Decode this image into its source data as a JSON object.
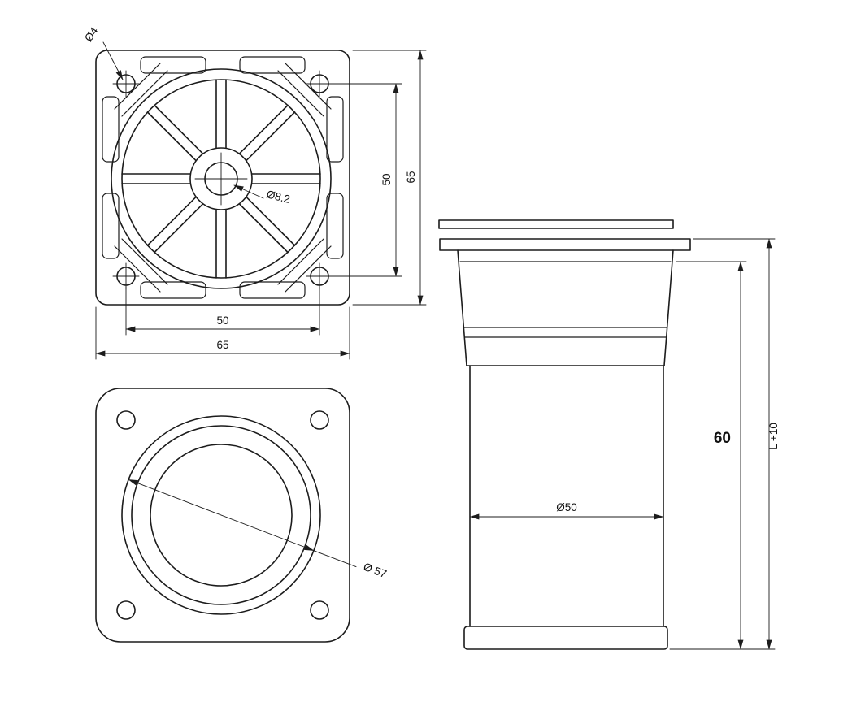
{
  "views": {
    "top_plate": {
      "dimensions": {
        "corner_hole_diameter": "Ø4",
        "hole_spacing_vertical": "50",
        "plate_height": "65",
        "hole_spacing_horizontal": "50",
        "plate_width": "65",
        "center_hole_diameter": "Ø8.2"
      }
    },
    "bottom_plate": {
      "dimensions": {
        "recess_diameter": "Ø 57"
      }
    },
    "side_elevation": {
      "dimensions": {
        "tube_diameter": "Ø50",
        "body_height": "60",
        "overall_length": "L +10"
      }
    }
  },
  "colors": {
    "line": "#1c1c1c",
    "background": "#ffffff"
  }
}
